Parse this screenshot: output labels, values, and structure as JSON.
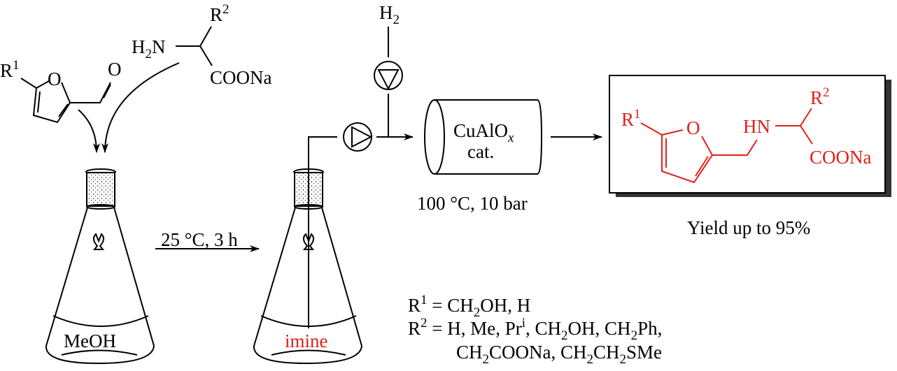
{
  "colors": {
    "product": "#e0201b",
    "ink": "#000000",
    "shadow": "#333333"
  },
  "reactants": {
    "furfural": {
      "substituent": "R",
      "substituent_index": "1",
      "ring_oxygen": "O",
      "carbonyl_oxygen": "O"
    },
    "amino_acid": {
      "amine": "H",
      "amine_sub": "2",
      "amine_n": "N",
      "side_chain": "R",
      "side_chain_index": "2",
      "carboxylate": "COONa"
    }
  },
  "flask1": {
    "solvent": "MeOH",
    "stirrer_icon": "spade-stir-bar-icon"
  },
  "step1": {
    "conditions": "25 °C, 3 h"
  },
  "flask2": {
    "content": "imine",
    "stirrer_icon": "spade-stir-bar-icon"
  },
  "gas": {
    "label": "H",
    "label_sub": "2",
    "pump_icon": "pump-down-icon"
  },
  "liquid_pump": {
    "icon": "pump-right-icon"
  },
  "reactor": {
    "catalyst": "CuAlO",
    "catalyst_sub": "x",
    "catalyst_suffix": "cat.",
    "conditions": "100 °C, 10 bar"
  },
  "product": {
    "substituent": "R",
    "substituent_index": "1",
    "ring_oxygen": "O",
    "amine": "HN",
    "side_chain": "R",
    "side_chain_index": "2",
    "carboxylate": "COONa",
    "yield": "Yield up to 95%"
  },
  "legend": {
    "r1_label": "R",
    "r1_index": "1",
    "eq": " = ",
    "r1_values_a": "CH",
    "r1_values_a_sub": "2",
    "r1_values_b": "OH, H",
    "r2_label": "R",
    "r2_index": "2",
    "r2_line1_a": "H, Me, Pr",
    "r2_line1_a_sup": "i",
    "r2_line1_b": ", CH",
    "r2_line1_b_sub": "2",
    "r2_line1_c": "OH, CH",
    "r2_line1_c_sub": "2",
    "r2_line1_d": "Ph,",
    "r2_line2_a": "CH",
    "r2_line2_a_sub": "2",
    "r2_line2_b": "COONa, CH",
    "r2_line2_b_sub": "2",
    "r2_line2_c": "CH",
    "r2_line2_c_sub": "2",
    "r2_line2_d": "SMe"
  }
}
